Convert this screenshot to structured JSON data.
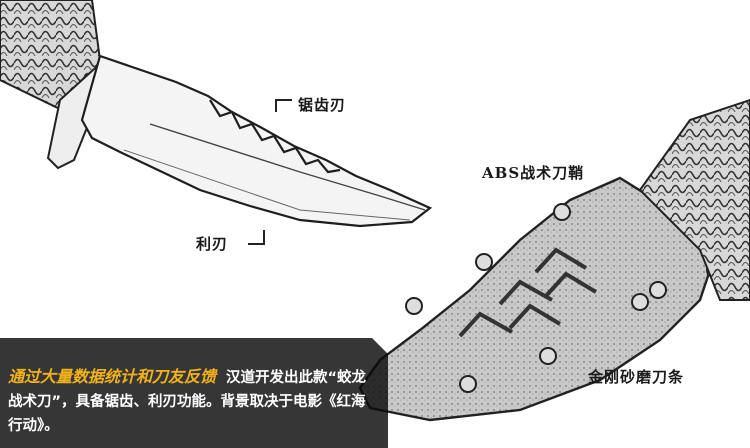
{
  "labels": {
    "serrated_edge": "锯齿刃",
    "sharp_edge": "利刃",
    "sheath": "ABS战术刀鞘",
    "cord": "金刚砂磨刀条"
  },
  "caption": {
    "highlight": "通过大量数据统计和刀友反馈",
    "body": "汉道开发出此款“蛟龙战术刀”，具备锯齿、利刃功能。背景取决于电影《红海行动》。"
  },
  "colors": {
    "highlight": "#f2b21b",
    "caption_bg": "#0a0a0a",
    "ink": "#1a1a1a"
  }
}
